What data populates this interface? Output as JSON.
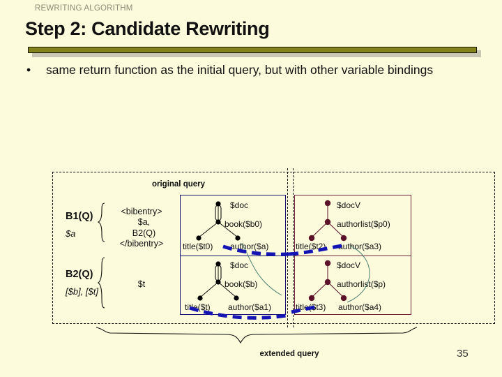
{
  "slide": {
    "eyebrow": "REWRITING ALGORITHM",
    "title": "Step 2: Candidate Rewriting",
    "bullet_marker": "•",
    "bullet_text": "same return function as the initial query, but with other variable bindings",
    "page_number": "35",
    "background_color": "#FCFBDC",
    "rule_color": "#84821A",
    "rule_shadow_color": "#C9C6B4"
  },
  "diagram": {
    "label_original_query": "original query",
    "label_extended_query": "extended query",
    "blocks": [
      {
        "name": "B1(Q)",
        "variable": "$a",
        "body": "<bibentry>\n  $a,\n  B2(Q)\n</bibentry>"
      },
      {
        "name": "B2(Q)",
        "variable": "[$b], [$t]",
        "body": "$t"
      }
    ],
    "left_box": {
      "border_color": "#131371",
      "node_color": "#000000",
      "trees": [
        {
          "root": "$doc",
          "child": "book($b0)",
          "leaf_left": "title($t0)",
          "leaf_right": "author($a)"
        },
        {
          "root": "$doc",
          "child": "book($b)",
          "leaf_left": "title($t)",
          "leaf_right": "author($a1)"
        }
      ]
    },
    "right_box": {
      "border_color": "#6B2038",
      "node_color": "#5B1127",
      "trees": [
        {
          "root": "$docV",
          "child": "authorlist($p0)",
          "leaf_left": "title($t2)",
          "leaf_right": "author($a3)"
        },
        {
          "root": "$docV",
          "child": "authorlist($p)",
          "leaf_left": "title($t3)",
          "leaf_right": "author($a4)"
        }
      ]
    },
    "join_line_color": "#1414B4",
    "link_curve_color": "#4F7F73"
  }
}
